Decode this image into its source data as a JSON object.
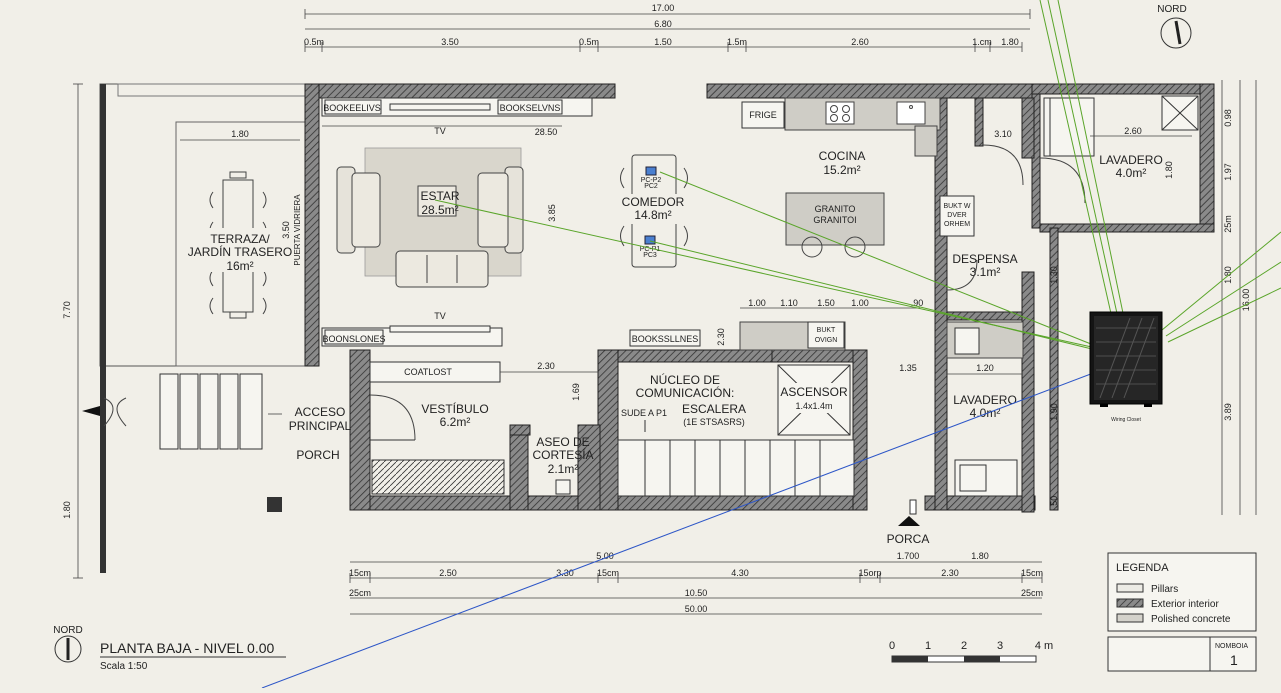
{
  "plan": {
    "title": "PLANTA BAJA - NIVEL 0.00",
    "scale": "Scala 1:50",
    "north_top": "NORD",
    "north_bottom": "NORD",
    "entrance_label": "PORCA"
  },
  "rooms": {
    "estar": {
      "name": "ESTAR",
      "area": "28.5m²"
    },
    "comedor": {
      "name": "COMEDOR",
      "area": "14.8m²"
    },
    "cocina": {
      "name": "COCINA",
      "area": "15.2m²"
    },
    "lavadero_top": {
      "name": "LAVADERO",
      "area": "4.0m²"
    },
    "terraza": {
      "line1": "TERRAZA/",
      "line2": "JARDÍN TRASERO",
      "area": "16m²"
    },
    "despensa": {
      "name": "DESPENSA",
      "area": "3.1m²"
    },
    "acceso": {
      "line1": "ACCESO",
      "line2": "PRINCIPAL",
      "line3": "PORCH"
    },
    "vestibulo": {
      "name": "VESTÍBULO",
      "area": "6.2m²"
    },
    "nucleo": {
      "line1": "NÚCLEO DE",
      "line2": "COMUNICACIÓN:",
      "line3": "ESCALERA",
      "line4": "(1E STSASRS)",
      "sub": "SUDE A P1"
    },
    "aseo": {
      "line1": "ASEO DE",
      "line2": "CORTESÍA",
      "area": "2.1m²"
    },
    "ascensor": {
      "name": "ASCENSOR",
      "size": "1.4x1.4m"
    },
    "lavadero_bottom": {
      "name": "LAVADERO",
      "area": "4.0m²"
    }
  },
  "labels": {
    "bookshelf1": "BOOKEELIVS",
    "bookshelf2": "BOOKSELVNS",
    "bookshelf3": "BOONSLONES",
    "bookshelf4": "BOOKSSLLNES",
    "tv_top": "TV",
    "tv_bottom": "TV",
    "fridge": "FRIGE",
    "granito1": "GRANITO",
    "granito2": "GRANITOI",
    "builtin1_l1": "BUKT W",
    "builtin1_l2": "DVER",
    "builtin1_l3": "ORHEM",
    "builtin2_l1": "BUKT",
    "builtin2_l2": "OVIGN",
    "coatlost": "COATLOST",
    "puerta_vidriera": "PUERTA VIDRIERA",
    "pc1_l1": "PC-P2",
    "pc1_l2": "PC2",
    "pc2_l1": "PC-P1",
    "pc2_l2": "PC3",
    "wiring_closet": "Wiring Closet"
  },
  "dimensions": {
    "total_top": "17.00",
    "sub_top": "6.80",
    "top_segments": [
      "0.5m",
      "3.50",
      "0.5m",
      "1.50",
      "1.5m",
      "2.60",
      "1.cm",
      "1.80"
    ],
    "left_total": "7.70",
    "left_bottom": "1.80",
    "inner": [
      "1.80",
      "28.50",
      "3.50",
      "3.85",
      "2.30",
      "1.69",
      "1.35",
      "1.20",
      "3.10",
      "2.60",
      "1.80"
    ],
    "middle_row": [
      "1.00",
      "1.10",
      "1.50",
      "1.00",
      ".90"
    ],
    "right_vertical": [
      "0.98",
      "1.97",
      "25m",
      "1.80",
      "3.89",
      "16.00",
      "1.30",
      "1.90",
      ".50"
    ],
    "bottom_row1": [
      "5.00",
      "1.700",
      "1.80"
    ],
    "bottom_row2": [
      "15cm",
      "2.50",
      "3.30",
      "15cm",
      "4.30",
      "15orp",
      "2.30",
      "15cm"
    ],
    "bottom_row3": [
      "25cm",
      "10.50",
      "25cm"
    ],
    "bottom_total": "50.00"
  },
  "scale_bar": {
    "ticks": [
      "0",
      "1",
      "2",
      "3",
      "4 m"
    ]
  },
  "legend": {
    "title": "LEGENDA",
    "items": [
      {
        "label": "Pillars",
        "color": "#ecebe5"
      },
      {
        "label": "Exterior interior",
        "color": "#555555"
      },
      {
        "label": "Polished concrete",
        "color": "#d4d2cb"
      }
    ]
  },
  "sheet": {
    "label": "NOMBOIA",
    "number": "1"
  },
  "colors": {
    "network_green": "#5aa52a",
    "network_blue": "#2d56c7",
    "wall": "#2c2c2c"
  }
}
